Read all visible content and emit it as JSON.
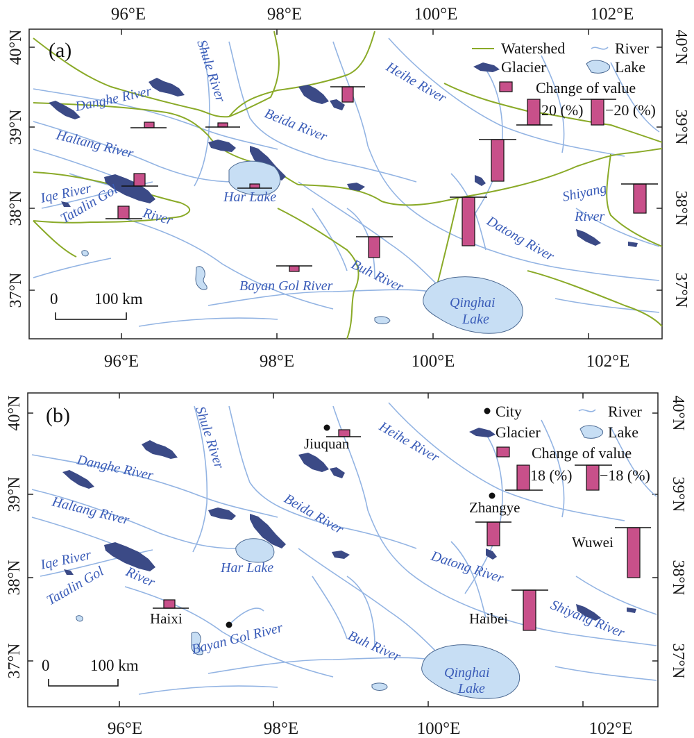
{
  "axes": {
    "lon_labels": [
      "96°E",
      "98°E",
      "100°E",
      "102°E"
    ],
    "lat_labels": [
      "40°N",
      "39°N",
      "38°N",
      "37°N"
    ]
  },
  "colors": {
    "river": "#93b4e3",
    "watershed": "#8aaa28",
    "glacier": "#3b4a86",
    "lake": "#c7def4",
    "bar": "#c8508a",
    "label_blue": "#3a5cb8"
  },
  "panel_a": {
    "label": "(a)",
    "legend": {
      "watershed": "Watershed",
      "river": "River",
      "glacier": "Glacier",
      "lake": "Lake",
      "change": "Change of value",
      "pos_ref": "20 (%)",
      "neg_ref": "−20 (%)"
    },
    "scale_zero": "0",
    "scale_label": "100 km",
    "rivers": {
      "danghe": "Danghe River",
      "haltang": "Haltang River",
      "iqe": "Iqe River",
      "tatalin1": "Tatalin Gol",
      "tatalin2": "River",
      "shule": "Shule River",
      "beida": "Beida River",
      "heihe": "Heihe River",
      "har": "Har Lake",
      "bayan": "Bayan Gol River",
      "buh": "Buh River",
      "qinghai1": "Qinghai",
      "qinghai2": "Lake",
      "datong": "Datong River",
      "shiyang1": "Shiyang",
      "shiyang2": "River"
    }
  },
  "panel_b": {
    "label": "(b)",
    "legend": {
      "city": "City",
      "river": "River",
      "glacier": "Glacier",
      "lake": "Lake",
      "change": "Change of value",
      "pos_ref": "18 (%)",
      "neg_ref": "−18 (%)"
    },
    "scale_zero": "0",
    "scale_label": "100 km",
    "cities": {
      "jiuquan": "Jiuquan",
      "zhangye": "Zhangye",
      "wuwei": "Wuwei",
      "haixi": "Haixi",
      "haibei": "Haibei"
    },
    "rivers": {
      "danghe": "Danghe River",
      "haltang": "Haltang River",
      "iqe": "Iqe River",
      "tatalin1": "Tatalin Gol",
      "tatalin2": "River",
      "shule": "Shule River",
      "beida": "Beida River",
      "heihe": "Heihe River",
      "har": "Har Lake",
      "bayan": "Bayan Gol River",
      "buh": "Buh River",
      "qinghai1": "Qinghai",
      "qinghai2": "Lake",
      "datong": "Datong River",
      "shiyang": "Shiyang River"
    }
  }
}
